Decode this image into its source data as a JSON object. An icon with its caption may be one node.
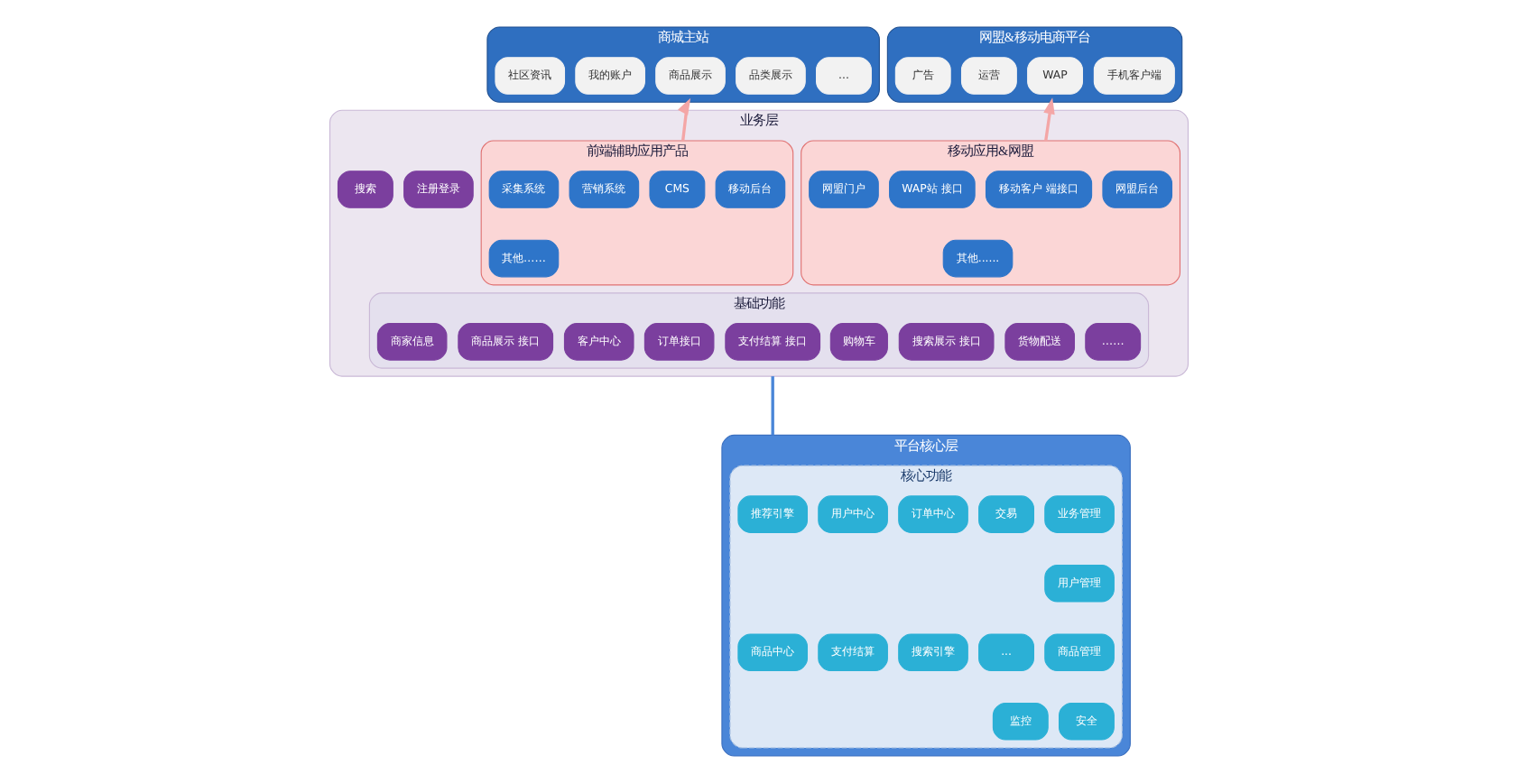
{
  "diagram": {
    "nodes": [
      {
        "text": [
          "商城主站"
        ]
      },
      {
        "text": [
          "社区资讯"
        ],
        "in": 0
      },
      {
        "text": [
          "我的账户"
        ],
        "in": 0
      },
      {
        "text": [
          "商品展示"
        ],
        "in": 0
      },
      {
        "text": [
          "品类展示"
        ],
        "in": 0
      },
      {
        "text": [
          "..."
        ],
        "in": 0
      },
      {
        "text": [
          "网盟&移动电商平台"
        ]
      },
      {
        "text": [
          "广告"
        ],
        "in": 6
      },
      {
        "text": [
          "运营"
        ],
        "in": 6
      },
      {
        "text": [
          "WAP"
        ],
        "in": 6
      },
      {
        "text": [
          "手机客户端"
        ],
        "in": 6
      },
      {
        "text": [
          "业务层"
        ]
      },
      {
        "text": [
          "前端辅助应用产品"
        ],
        "in": 11
      },
      {
        "text": [
          "采集系统"
        ],
        "in": 12
      },
      {
        "text": [
          "营销系统"
        ],
        "in": 12
      },
      {
        "text": [
          "CMS"
        ],
        "in": 12
      },
      {
        "text": [
          "移动后台"
        ],
        "in": 12
      },
      {
        "text": [
          "其他……"
        ],
        "in": 12
      },
      {
        "text": [
          "搜索"
        ],
        "in": 11
      },
      {
        "text": [
          "注册登录"
        ],
        "in": 11
      },
      {
        "text": [
          "基础功能"
        ],
        "in": 11
      },
      {
        "text": [
          "商家信息"
        ],
        "in": 20
      },
      {
        "text": [
          "商品展示 接口"
        ],
        "in": 20
      },
      {
        "text": [
          "客户中心"
        ],
        "in": 20
      },
      {
        "text": [
          "订单接口"
        ],
        "in": 20
      },
      {
        "text": [
          "支付结算 接口"
        ],
        "in": 20
      },
      {
        "text": [
          "购物车"
        ],
        "in": 20
      },
      {
        "text": [
          "搜索展示 接口"
        ],
        "in": 20
      },
      {
        "text": [
          "货物配送"
        ],
        "in": 20
      },
      {
        "text": [
          "……"
        ],
        "in": 20
      },
      {
        "text": [
          "移动应用&网盟"
        ],
        "in": 11
      },
      {
        "text": [
          "网盟门户"
        ],
        "in": 30
      },
      {
        "text": [
          "WAP站 接口"
        ],
        "in": 30
      },
      {
        "text": [
          "移动客户 端接口"
        ],
        "in": 30
      },
      {
        "text": [
          "网盟后台"
        ],
        "in": 30
      },
      {
        "text": [
          "其他......"
        ],
        "in": 30
      },
      {
        "text": [
          "平台核心层"
        ]
      },
      {
        "text": [
          "核心功能"
        ],
        "in": 36
      },
      {
        "text": [
          "推荐引擎"
        ],
        "in": 37
      },
      {
        "text": [
          "用户中心"
        ],
        "in": 37
      },
      {
        "text": [
          "订单中心"
        ],
        "in": 37
      },
      {
        "text": [
          "交易"
        ],
        "in": 37
      },
      {
        "text": [
          "商品中心"
        ],
        "in": 37
      },
      {
        "text": [
          "支付结算"
        ],
        "in": 37
      },
      {
        "text": [
          "搜索引擎"
        ],
        "in": 37
      },
      {
        "text": [
          "..."
        ],
        "in": 37
      },
      {
        "text": [
          "业务管理"
        ],
        "in": 37
      },
      {
        "text": [
          "用户管理"
        ],
        "in": 37
      },
      {
        "text": [
          "商品管理"
        ],
        "in": 37
      },
      {
        "text": [
          "监控"
        ],
        "in": 37
      },
      {
        "text": [
          "安全"
        ],
        "in": 37
      }
    ],
    "edges": [
      {
        "from": 12,
        "to": 0,
        "arrow": "to"
      },
      {
        "from": 30,
        "to": 6,
        "arrow": "to"
      },
      {
        "from": 11,
        "to": 36,
        "arrow": "none",
        "color": "#4a86d8"
      }
    ]
  }
}
